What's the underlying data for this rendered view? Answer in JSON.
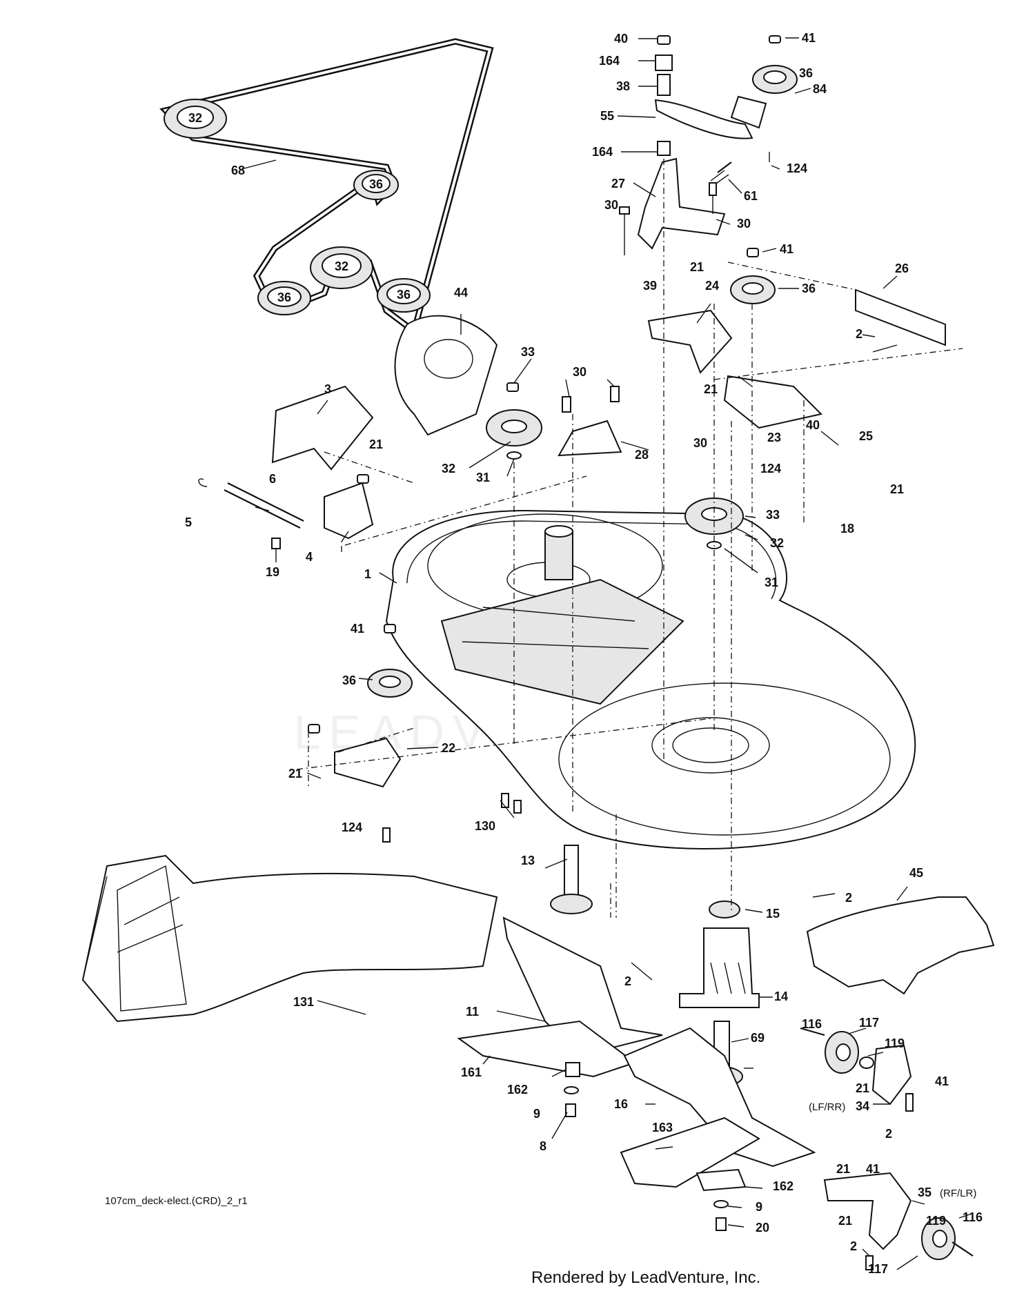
{
  "drawing_name": "107cm_deck-elect.(CRD)_2_r1",
  "footer_credit": "Rendered by LeadVenture, Inc.",
  "watermark": "LEADVENTURE",
  "callouts": [
    {
      "id": "c40a",
      "text": "40"
    },
    {
      "id": "c41a",
      "text": "41"
    },
    {
      "id": "c164a",
      "text": "164"
    },
    {
      "id": "c36a",
      "text": "36"
    },
    {
      "id": "c38",
      "text": "38"
    },
    {
      "id": "c84",
      "text": "84"
    },
    {
      "id": "c55",
      "text": "55"
    },
    {
      "id": "c164b",
      "text": "164"
    },
    {
      "id": "c124a",
      "text": "124"
    },
    {
      "id": "c27",
      "text": "27"
    },
    {
      "id": "c61",
      "text": "61"
    },
    {
      "id": "c30a",
      "text": "30"
    },
    {
      "id": "c30b",
      "text": "30"
    },
    {
      "id": "c41b",
      "text": "41"
    },
    {
      "id": "c39",
      "text": "39"
    },
    {
      "id": "c21a",
      "text": "21"
    },
    {
      "id": "c36b",
      "text": "36"
    },
    {
      "id": "c24",
      "text": "24"
    },
    {
      "id": "c26",
      "text": "26"
    },
    {
      "id": "c2a",
      "text": "2"
    },
    {
      "id": "c68",
      "text": "68"
    },
    {
      "id": "c44",
      "text": "44"
    },
    {
      "id": "c33a",
      "text": "33"
    },
    {
      "id": "c30c",
      "text": "30"
    },
    {
      "id": "c21b",
      "text": "21"
    },
    {
      "id": "c3",
      "text": "3"
    },
    {
      "id": "c21c",
      "text": "21"
    },
    {
      "id": "c23",
      "text": "23"
    },
    {
      "id": "c40b",
      "text": "40"
    },
    {
      "id": "c25",
      "text": "25"
    },
    {
      "id": "c28",
      "text": "28"
    },
    {
      "id": "c30d",
      "text": "30"
    },
    {
      "id": "c124b",
      "text": "124"
    },
    {
      "id": "c21d",
      "text": "21"
    },
    {
      "id": "c32a",
      "text": "32"
    },
    {
      "id": "c31a",
      "text": "31"
    },
    {
      "id": "c6",
      "text": "6"
    },
    {
      "id": "c5",
      "text": "5"
    },
    {
      "id": "c33b",
      "text": "33"
    },
    {
      "id": "c18",
      "text": "18"
    },
    {
      "id": "c32b",
      "text": "32"
    },
    {
      "id": "c4",
      "text": "4"
    },
    {
      "id": "c19",
      "text": "19"
    },
    {
      "id": "c31b",
      "text": "31"
    },
    {
      "id": "c1",
      "text": "1"
    },
    {
      "id": "c41c",
      "text": "41"
    },
    {
      "id": "c36c",
      "text": "36"
    },
    {
      "id": "c22",
      "text": "22"
    },
    {
      "id": "c21e",
      "text": "21"
    },
    {
      "id": "c124c",
      "text": "124"
    },
    {
      "id": "c130",
      "text": "130"
    },
    {
      "id": "c13",
      "text": "13"
    },
    {
      "id": "c45",
      "text": "45"
    },
    {
      "id": "c2b",
      "text": "2"
    },
    {
      "id": "c15",
      "text": "15"
    },
    {
      "id": "c2c",
      "text": "2"
    },
    {
      "id": "c131",
      "text": "131"
    },
    {
      "id": "c14",
      "text": "14"
    },
    {
      "id": "c11",
      "text": "11"
    },
    {
      "id": "c116a",
      "text": "116"
    },
    {
      "id": "c117a",
      "text": "117"
    },
    {
      "id": "c69",
      "text": "69"
    },
    {
      "id": "c119a",
      "text": "119"
    },
    {
      "id": "c161",
      "text": "161"
    },
    {
      "id": "c162a",
      "text": "162"
    },
    {
      "id": "c21f",
      "text": "21"
    },
    {
      "id": "c41d",
      "text": "41"
    },
    {
      "id": "c16",
      "text": "16"
    },
    {
      "id": "clfrr",
      "text": "(LF/RR)"
    },
    {
      "id": "c34",
      "text": "34"
    },
    {
      "id": "c9a",
      "text": "9"
    },
    {
      "id": "c2d",
      "text": "2"
    },
    {
      "id": "c8",
      "text": "8"
    },
    {
      "id": "c163",
      "text": "163"
    },
    {
      "id": "c21g",
      "text": "21"
    },
    {
      "id": "c41e",
      "text": "41"
    },
    {
      "id": "c162b",
      "text": "162"
    },
    {
      "id": "c35",
      "text": "35"
    },
    {
      "id": "crflr",
      "text": "(RF/LR)"
    },
    {
      "id": "c9b",
      "text": "9"
    },
    {
      "id": "c21h",
      "text": "21"
    },
    {
      "id": "c119b",
      "text": "119"
    },
    {
      "id": "c116b",
      "text": "116"
    },
    {
      "id": "c20",
      "text": "20"
    },
    {
      "id": "c2e",
      "text": "2"
    },
    {
      "id": "c117b",
      "text": "117"
    }
  ],
  "pulley_labels": [
    {
      "id": "p32a",
      "text": "32"
    },
    {
      "id": "p36a",
      "text": "36"
    },
    {
      "id": "p32b",
      "text": "32"
    },
    {
      "id": "p36b",
      "text": "36"
    },
    {
      "id": "p36c",
      "text": "36"
    }
  ]
}
